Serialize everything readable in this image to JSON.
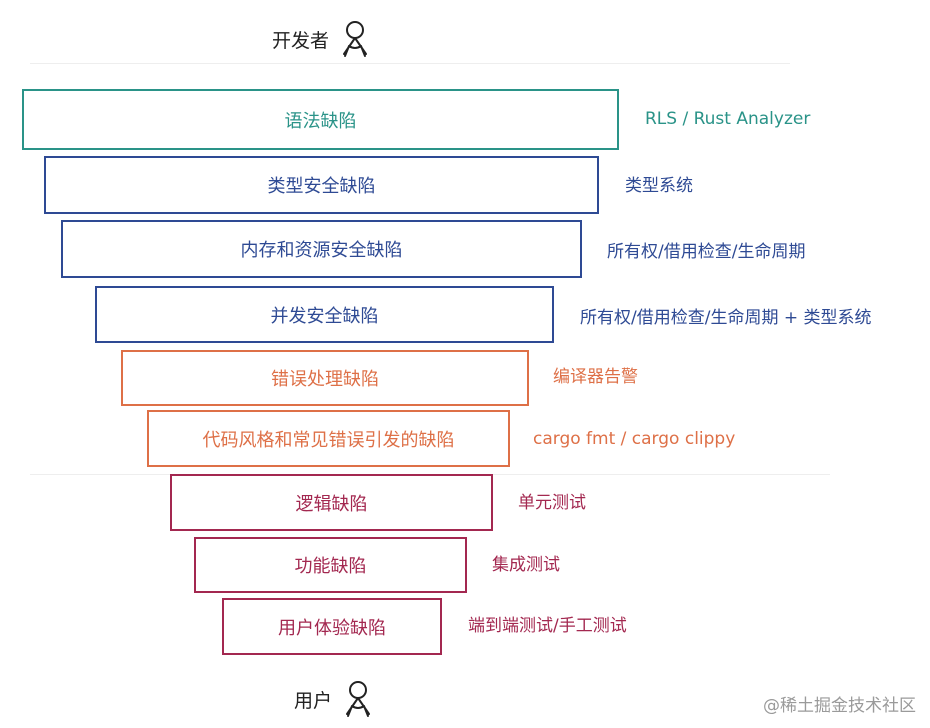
{
  "top_role": {
    "label": "开发者"
  },
  "bottom_role": {
    "label": "用户"
  },
  "colors": {
    "teal": "#2a9388",
    "blue": "#2e4a94",
    "orange": "#de7047",
    "crimson": "#a32850"
  },
  "levels": [
    {
      "box": "语法缺陷",
      "tool": "RLS / Rust Analyzer",
      "color": "teal"
    },
    {
      "box": "类型安全缺陷",
      "tool": "类型系统",
      "color": "blue"
    },
    {
      "box": "内存和资源安全缺陷",
      "tool": "所有权/借用检查/生命周期",
      "color": "blue"
    },
    {
      "box": "并发安全缺陷",
      "tool": "所有权/借用检查/生命周期 + 类型系统",
      "color": "blue"
    },
    {
      "box": "错误处理缺陷",
      "tool": "编译器告警",
      "color": "orange"
    },
    {
      "box": "代码风格和常见错误引发的缺陷",
      "tool": "cargo fmt / cargo clippy",
      "color": "orange"
    },
    {
      "box": "逻辑缺陷",
      "tool": "单元测试",
      "color": "crimson"
    },
    {
      "box": "功能缺陷",
      "tool": "集成测试",
      "color": "crimson"
    },
    {
      "box": "用户体验缺陷",
      "tool": "端到端测试/手工测试",
      "color": "crimson"
    }
  ],
  "watermark": {
    "text": "@稀土掘金技术社区"
  }
}
